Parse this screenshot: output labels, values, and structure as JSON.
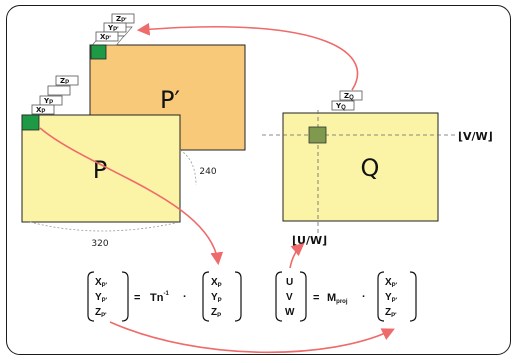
{
  "frames": {
    "p_prime": {
      "label": "P′"
    },
    "p": {
      "label": "P"
    },
    "q": {
      "label": "Q"
    }
  },
  "stack_labels": {
    "p_prime": [
      "X",
      "Y",
      "Z"
    ],
    "p_prime_subs": [
      "P'",
      "P'",
      "P'"
    ],
    "p": [
      "X",
      "Y",
      "Z"
    ],
    "p_subs": [
      "P",
      "P",
      "P"
    ],
    "q": [
      "Y",
      "Z"
    ],
    "q_subs": [
      "Q",
      "Q"
    ]
  },
  "dimensions": {
    "height": "240",
    "width": "320"
  },
  "guides": {
    "v_over_w": "V/W",
    "u_over_w": "U/W"
  },
  "equation_left": {
    "lhs": [
      "X",
      "Y",
      "Z"
    ],
    "lhs_subs": [
      "P'",
      "P'",
      "P'"
    ],
    "equals": "=",
    "transform": "Tn",
    "transform_sup": "-1",
    "dot": "·",
    "rhs": [
      "X",
      "Y",
      "Z"
    ],
    "rhs_subs": [
      "P",
      "P",
      "P"
    ]
  },
  "equation_right": {
    "lhs": [
      "U",
      "V",
      "W"
    ],
    "equals": "=",
    "matrix": "M",
    "matrix_sub": "proj",
    "dot": "·",
    "rhs": [
      "X",
      "Y",
      "Z"
    ],
    "rhs_subs": [
      "P'",
      "P'",
      "P'"
    ]
  },
  "colors": {
    "p_prime_fill": "#f9c97a",
    "p_fill": "#fbf3a6",
    "q_fill": "#fbf3a6",
    "marker_green": "#1e9a47",
    "marker_olive": "#7f9a4e",
    "arrow_red": "#ef6a6a"
  }
}
